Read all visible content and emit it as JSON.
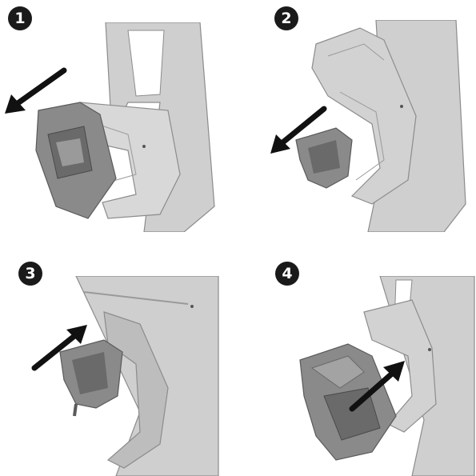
{
  "steps": [
    {
      "number": "1"
    },
    {
      "number": "2"
    },
    {
      "number": "3"
    },
    {
      "number": "4"
    }
  ],
  "colors": {
    "body": "#cfcfcf",
    "body_dark": "#b7b7b7",
    "body_light": "#e3e3e3",
    "outline": "#8c8c8c",
    "part": "#8a8a8a",
    "part_dark": "#6a6a6a",
    "arrow": "#111111",
    "badge": "#1a1a1a"
  },
  "icons": {
    "step_1_arrow": "arrow-down-left-icon",
    "step_2_arrow": "arrow-down-left-icon",
    "step_3_arrow": "arrow-up-right-icon",
    "step_4_arrow": "arrow-up-right-icon"
  }
}
